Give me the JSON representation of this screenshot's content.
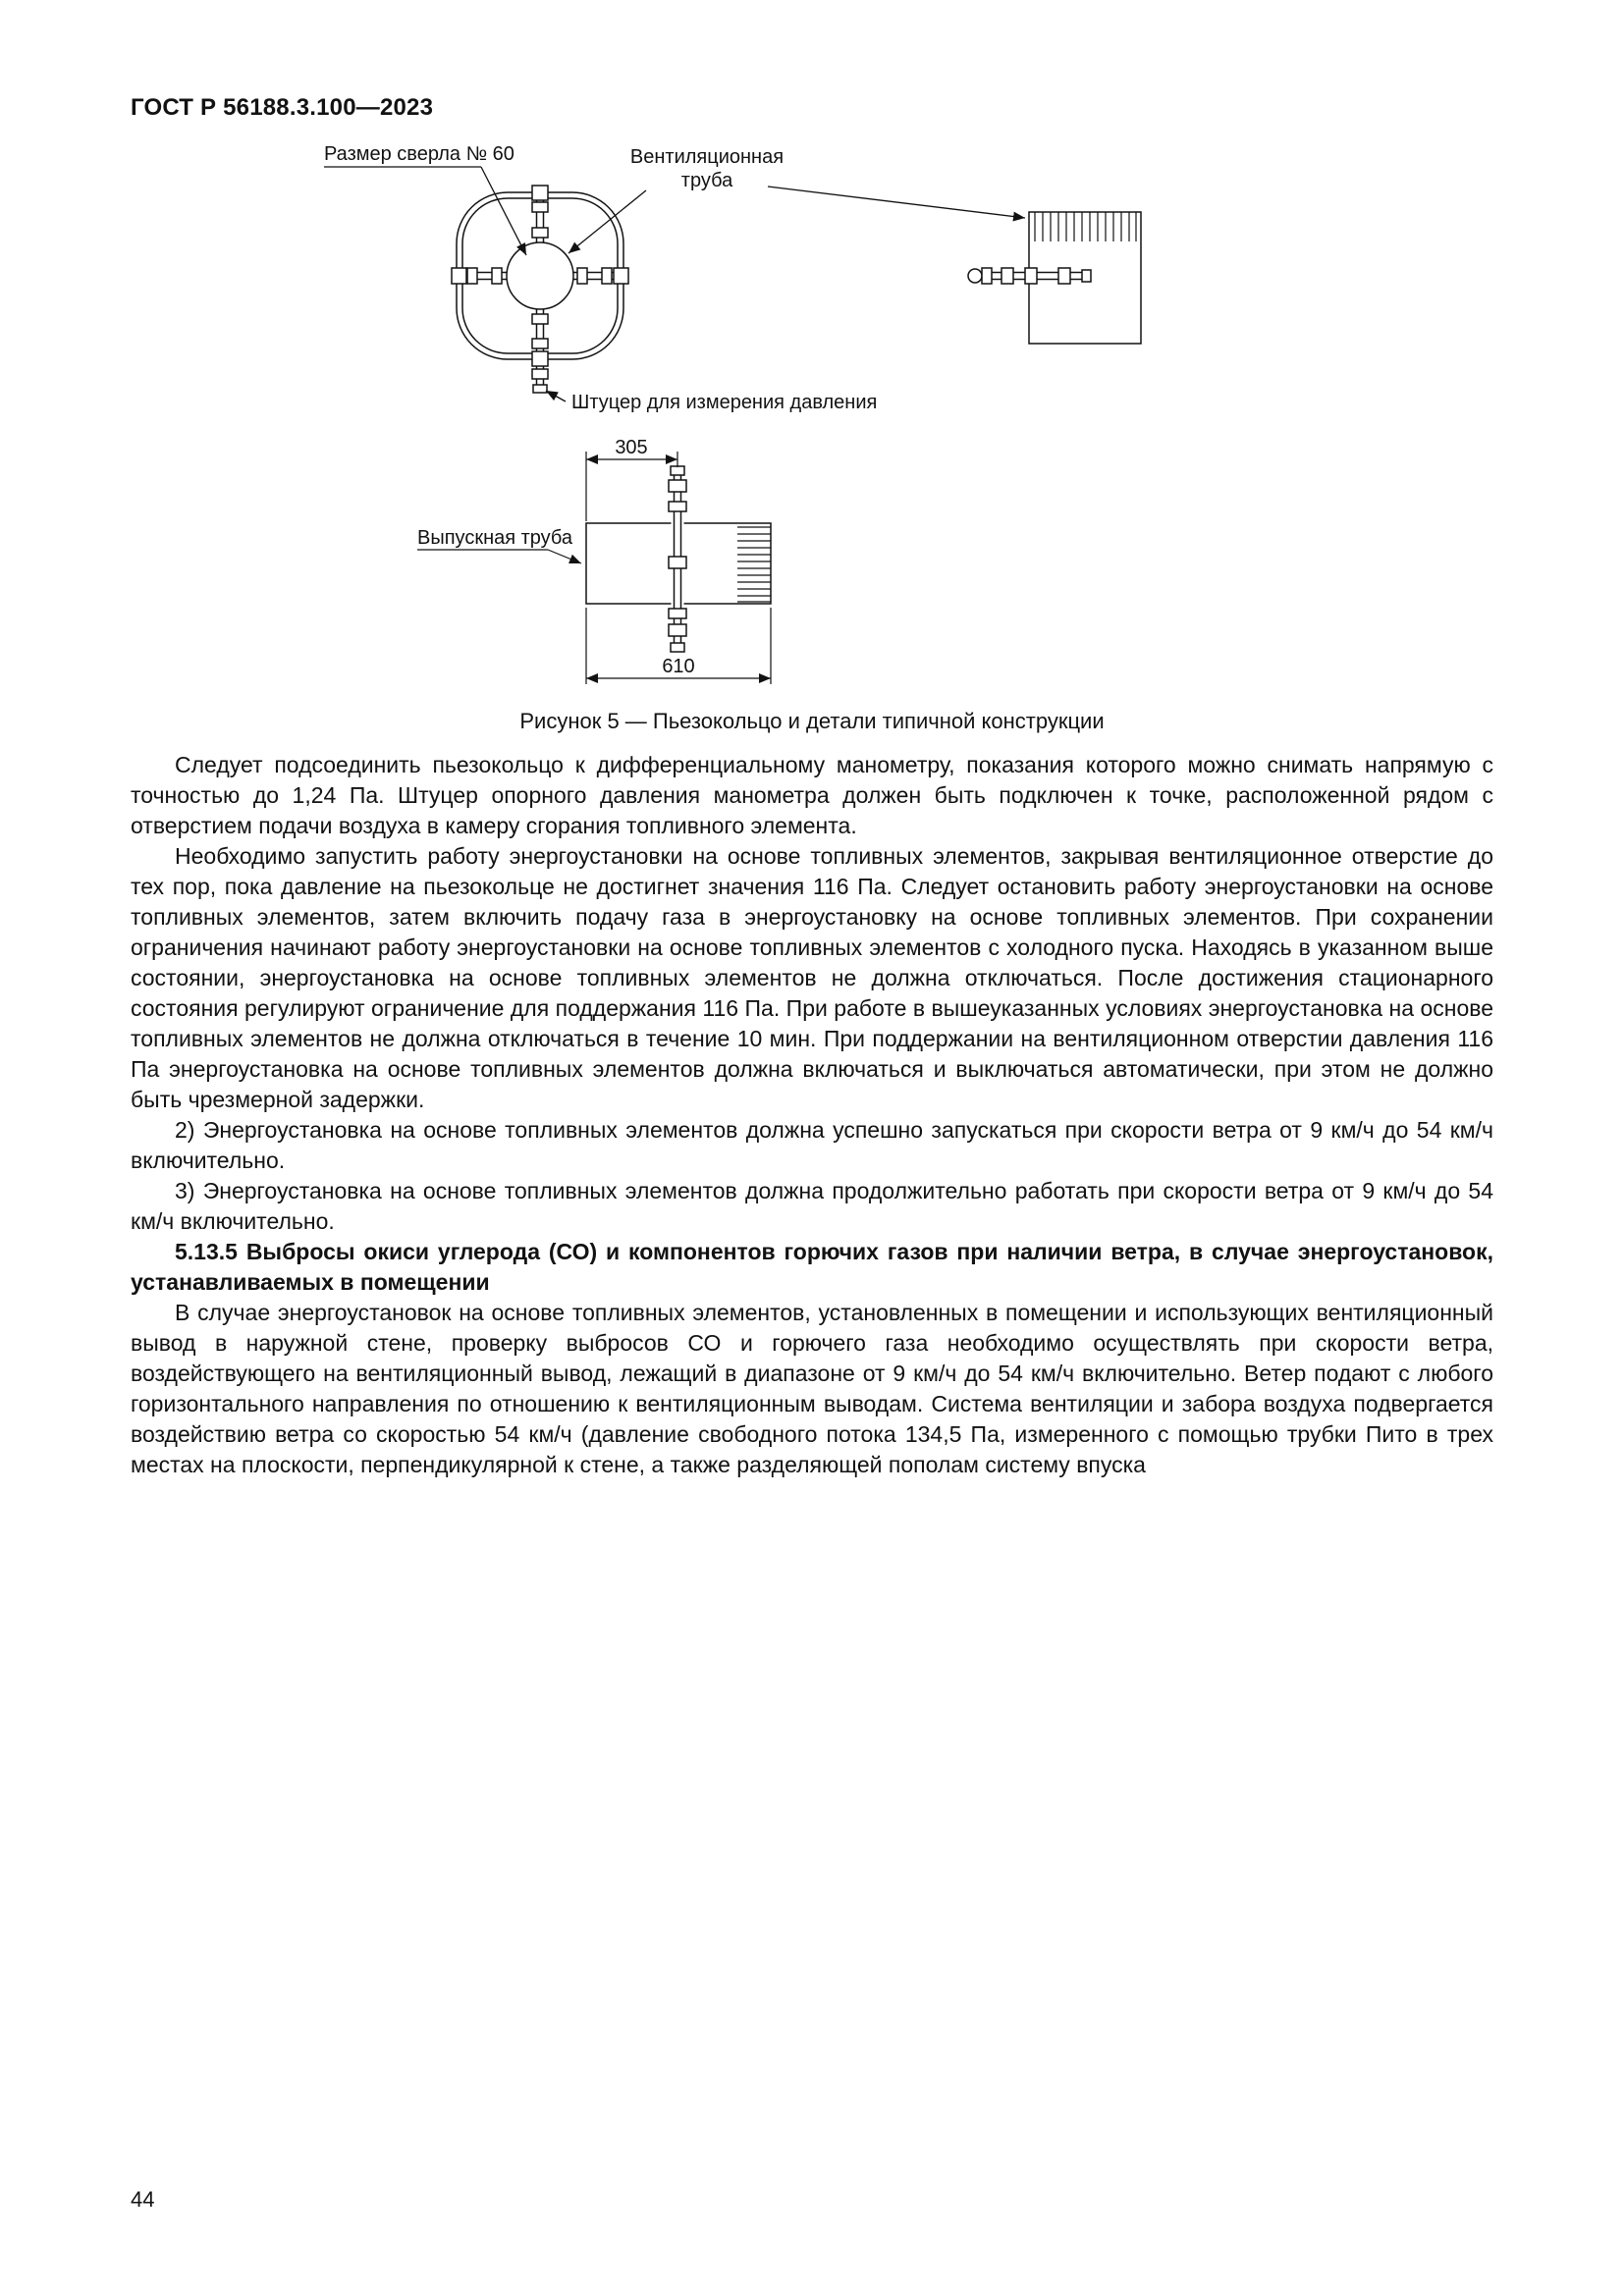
{
  "page": {
    "doc_number": "ГОСТ Р 56188.3.100—2023",
    "page_number": "44"
  },
  "figure": {
    "caption": "Рисунок 5 — Пьезокольцо и детали типичной конструкции",
    "labels": {
      "drill_size": "Размер сверла № 60",
      "vent_pipe_line1": "Вентиляционная",
      "vent_pipe_line2": "труба",
      "pressure_fitting": "Штуцер для измерения давления",
      "exhaust_pipe": "Выпускная труба",
      "dim_top": "305",
      "dim_bottom": "610"
    }
  },
  "body": {
    "paragraphs": [
      {
        "style": "normal",
        "text": "Следует подсоединить пьезокольцо к дифференциальному манометру, показания которого можно снимать напрямую с точностью до 1,24 Па. Штуцер опорного давления манометра должен быть подключен к точке, расположенной рядом с отверстием подачи воздуха в камеру сгорания топливного элемента."
      },
      {
        "style": "normal",
        "text": "Необходимо запустить работу энергоустановки на основе топливных элементов, закрывая вентиляционное отверстие до тех пор, пока давление на пьезокольце не достигнет значения 116 Па. Следует остановить работу энергоустановки на основе топливных элементов, затем включить подачу газа в энергоустановку на основе топливных элементов. При сохранении ограничения начинают работу энергоустановки на основе топливных элементов с холодного пуска. Находясь в указанном выше состоянии, энергоустановка на основе топливных элементов не должна отключаться. После достижения стационарного состояния регулируют ограничение для поддержания 116 Па. При работе в вышеуказанных условиях энергоустановка на основе топливных элементов не должна отключаться в течение 10 мин. При поддержании на вентиляционном отверстии давления 116 Па энергоустановка на основе топливных элементов должна включаться и выключаться автоматически, при этом не должно быть чрезмерной задержки."
      },
      {
        "style": "normal",
        "text": "2) Энергоустановка на основе топливных элементов должна успешно запускаться при скорости ветра от 9 км/ч до 54 км/ч включительно."
      },
      {
        "style": "normal",
        "text": "3) Энергоустановка на основе топливных элементов должна продолжительно работать при скорости ветра от 9 км/ч до 54 км/ч включительно."
      },
      {
        "style": "heading",
        "text": "5.13.5 Выбросы окиси углерода (СО) и компонентов горючих газов при наличии ветра, в случае энергоустановок, устанавливаемых в помещении"
      },
      {
        "style": "normal",
        "text": "В случае энергоустановок на основе топливных элементов, установленных в помещении и использующих вентиляционный вывод в наружной стене, проверку выбросов СО и горючего газа необходимо осуществлять при скорости ветра, воздействующего на вентиляционный вывод, лежащий в диапазоне от 9 км/ч до 54 км/ч включительно. Ветер подают с любого горизонтального направления по отношению к вентиляционным выводам. Система вентиляции и забора воздуха подвергается воздействию ветра со скоростью 54 км/ч (давление свободного потока 134,5 Па, измеренного с помощью трубки Пито в трех местах на плоскости, перпендикулярной к стене, а также разделяющей пополам систему впуска"
      }
    ]
  }
}
